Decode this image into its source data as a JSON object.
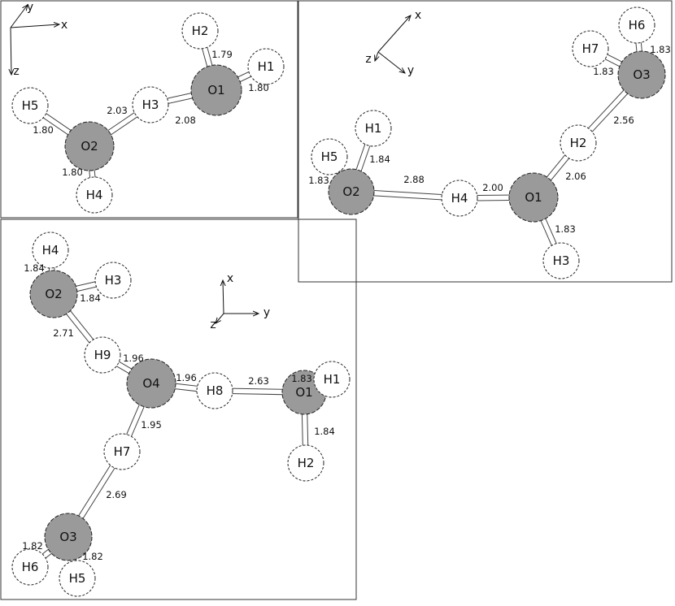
{
  "colors": {
    "oxygen": "#9a9a9a",
    "hydrogen": "#ffffff",
    "outline": "#222222",
    "bond": "#444444",
    "frame": "#333333"
  },
  "panels": [
    {
      "name": "panel-top-left",
      "axes": {
        "labels": [
          "y",
          "x",
          "z"
        ]
      },
      "atoms": [
        {
          "id": "O1",
          "label": "O1",
          "element": "O"
        },
        {
          "id": "O2",
          "label": "O2",
          "element": "O"
        },
        {
          "id": "H1",
          "label": "H1",
          "element": "H"
        },
        {
          "id": "H2",
          "label": "H2",
          "element": "H"
        },
        {
          "id": "H3",
          "label": "H3",
          "element": "H"
        },
        {
          "id": "H4",
          "label": "H4",
          "element": "H"
        },
        {
          "id": "H5",
          "label": "H5",
          "element": "H"
        }
      ],
      "bonds": [
        {
          "from": "O1",
          "to": "H2",
          "label": "1.79"
        },
        {
          "from": "O1",
          "to": "H1",
          "label": "1.80"
        },
        {
          "from": "O1",
          "to": "H3",
          "label": "2.08"
        },
        {
          "from": "O2",
          "to": "H3",
          "label": "2.03"
        },
        {
          "from": "O2",
          "to": "H5",
          "label": "1.80"
        },
        {
          "from": "O2",
          "to": "H4",
          "label": "1.80"
        }
      ]
    },
    {
      "name": "panel-right",
      "axes": {
        "labels": [
          "x",
          "z",
          "y"
        ]
      },
      "atoms": [
        {
          "id": "O1",
          "label": "O1",
          "element": "O"
        },
        {
          "id": "O2",
          "label": "O2",
          "element": "O"
        },
        {
          "id": "O3",
          "label": "O3",
          "element": "O"
        },
        {
          "id": "H1",
          "label": "H1",
          "element": "H"
        },
        {
          "id": "H2",
          "label": "H2",
          "element": "H"
        },
        {
          "id": "H3",
          "label": "H3",
          "element": "H"
        },
        {
          "id": "H4",
          "label": "H4",
          "element": "H"
        },
        {
          "id": "H5",
          "label": "H5",
          "element": "H"
        },
        {
          "id": "H6",
          "label": "H6",
          "element": "H"
        },
        {
          "id": "H7",
          "label": "H7",
          "element": "H"
        }
      ],
      "bonds": [
        {
          "from": "O3",
          "to": "H6",
          "label": "1.83"
        },
        {
          "from": "O3",
          "to": "H7",
          "label": "1.83"
        },
        {
          "from": "O3",
          "to": "H2",
          "label": "2.56"
        },
        {
          "from": "O1",
          "to": "H2",
          "label": "2.06"
        },
        {
          "from": "O1",
          "to": "H4",
          "label": "2.00"
        },
        {
          "from": "O1",
          "to": "H3",
          "label": "1.83"
        },
        {
          "from": "O2",
          "to": "H4",
          "label": "2.88"
        },
        {
          "from": "O2",
          "to": "H1",
          "label": "1.84"
        },
        {
          "from": "O2",
          "to": "H5",
          "label": "1.83"
        }
      ]
    },
    {
      "name": "panel-bottom-left",
      "axes": {
        "labels": [
          "x",
          "z",
          "y"
        ]
      },
      "atoms": [
        {
          "id": "O1",
          "label": "O1",
          "element": "O"
        },
        {
          "id": "O2",
          "label": "O2",
          "element": "O"
        },
        {
          "id": "O3",
          "label": "O3",
          "element": "O"
        },
        {
          "id": "O4",
          "label": "O4",
          "element": "O"
        },
        {
          "id": "H1",
          "label": "H1",
          "element": "H"
        },
        {
          "id": "H2",
          "label": "H2",
          "element": "H"
        },
        {
          "id": "H3",
          "label": "H3",
          "element": "H"
        },
        {
          "id": "H4",
          "label": "H4",
          "element": "H"
        },
        {
          "id": "H5",
          "label": "H5",
          "element": "H"
        },
        {
          "id": "H6",
          "label": "H6",
          "element": "H"
        },
        {
          "id": "H7",
          "label": "H7",
          "element": "H"
        },
        {
          "id": "H8",
          "label": "H8",
          "element": "H"
        },
        {
          "id": "H9",
          "label": "H9",
          "element": "H"
        }
      ],
      "bonds": [
        {
          "from": "O2",
          "to": "H4",
          "label": "1.84"
        },
        {
          "from": "O2",
          "to": "H3",
          "label": "1.84"
        },
        {
          "from": "O2",
          "to": "H9",
          "label": "2.71"
        },
        {
          "from": "O4",
          "to": "H9",
          "label": "1.96"
        },
        {
          "from": "O4",
          "to": "H8",
          "label": "1.96"
        },
        {
          "from": "O1",
          "to": "H8",
          "label": "2.63"
        },
        {
          "from": "O1",
          "to": "H1",
          "label": "1.83"
        },
        {
          "from": "O1",
          "to": "H2",
          "label": "1.84"
        },
        {
          "from": "O4",
          "to": "H7",
          "label": "1.95"
        },
        {
          "from": "O3",
          "to": "H7",
          "label": "2.69"
        },
        {
          "from": "O3",
          "to": "H6",
          "label": "1.82"
        },
        {
          "from": "O3",
          "to": "H5",
          "label": "1.82"
        }
      ]
    }
  ]
}
